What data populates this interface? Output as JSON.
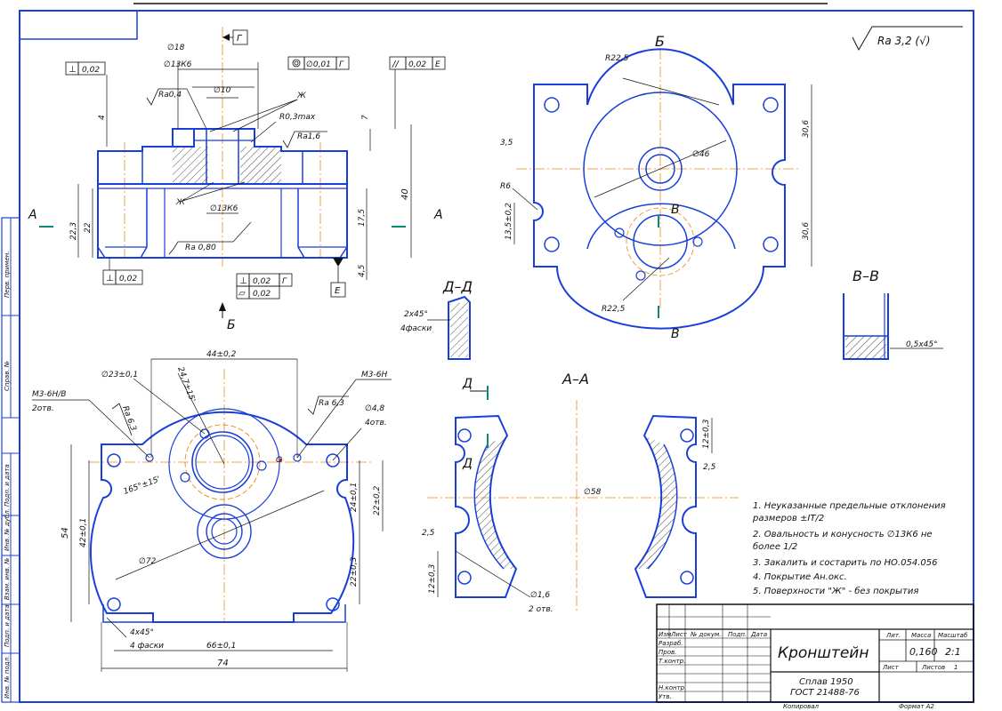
{
  "title": {
    "part_name": "Кронштейн",
    "material_line1": "Сплав 1950",
    "material_line2": "ГОСТ 21488-76",
    "mass": "0,160",
    "scale": "2:1",
    "sheet_label": "Лист",
    "sheets_label": "Листов",
    "sheets_count": "1",
    "hdr_lit": "Лит.",
    "hdr_mass": "Масса",
    "hdr_scale": "Масштаб",
    "row_izm": "Изм",
    "row_list": "Лист",
    "row_doc": "№ докум.",
    "row_sign": "Подп.",
    "row_date": "Дата",
    "row_razrab": "Разраб.",
    "row_prov": "Пров.",
    "row_tkontr": "Т.контр.",
    "row_nkontr": "Н.контр.",
    "row_utv": "Утв.",
    "copied": "Копировал",
    "format": "Формат  А2"
  },
  "side_stamps": [
    "Перв. примен.",
    "Справ. №",
    "Подп. и дата",
    "Инв. № дубл.",
    "Взам. инв. №",
    "Подп. и дата",
    "Инв. № подл."
  ],
  "roughness_general": "Ra 3,2 (√)",
  "notes": [
    "1. Неуказанные предельные отклонения",
    "размеров ±IT/2",
    "2. Овальность и конусность ∅13К6 не",
    "более 1/2",
    "3. Закалить и состарить по НО.054.056",
    "4. Покрытие Ан.окс.",
    "5. Поверхности \"Ж\" - без покрытия"
  ],
  "views": {
    "section_aa": "А–А",
    "section_dd": "Д–Д",
    "section_vv": "В–В",
    "view_b": "Б",
    "cut_a": "А",
    "cut_b": "Б",
    "cut_v": "В",
    "cut_d": "Д"
  },
  "front_view": {
    "d18": "∅18",
    "d13k6": "∅13К6",
    "d10": "∅10",
    "gamma": "Г",
    "tol_perp1": "0,02",
    "tol_conc": "∅0,01",
    "tol_par": "0,02",
    "datum_e": "Е",
    "ra04": "Ra0,4",
    "ra16": "Ra1,6",
    "r03": "R0,3max",
    "zh": "Ж",
    "dim_4": "4",
    "dim_7": "7",
    "dim_40": "40",
    "dim_22_3": "22,3",
    "dim_22": "22",
    "dim_17_5": "17,5",
    "dim_4_5": "4,5",
    "d13k6_b": "∅13К6",
    "ra080": "Ra 0,80",
    "tol_perp2": "0,02",
    "tol_perp3": "0,02",
    "tol_flat": "0,02"
  },
  "view_b_dims": {
    "r22_5_top": "R22,5",
    "r22_5_bot": "R22,5",
    "r6": "R6",
    "dim_3_5": "3,5",
    "d46": "∅46",
    "dim_30_6a": "30,6",
    "dim_30_6b": "30,6",
    "dim_13_5": "13,5±0,2"
  },
  "plan_dims": {
    "dim_44": "44±0,2",
    "d23": "∅23±0,1",
    "thread_m3a": "М3-6Н/В",
    "thread_m3a_q": "2отв.",
    "thread_m3b": "М3-6Н",
    "d48": "∅4,8",
    "d48_q": "4отв.",
    "ra63a": "Ra 6,3",
    "ra63b": "Ra 6,3",
    "dim_24_7": "24,7±15'",
    "dim_165": "165°±15'",
    "dim_54": "54",
    "dim_42": "42±0,1",
    "dim_24": "24±0,1",
    "dim_22_2": "22±0,2",
    "dim_22_3": "22±0,3",
    "d72": "∅72",
    "chamfer": "4х45°",
    "chamfer_q": "4 фаски",
    "dim_66": "66±0,1",
    "dim_74": "74",
    "mark_o": "О"
  },
  "section_aa_dims": {
    "d58": "∅58",
    "dim_12": "12±0,3",
    "dim_2_5a": "2,5",
    "dim_2_5b": "2,5",
    "dim_12b": "12±0,3",
    "d16": "∅1,6",
    "d16_q": "2 отв."
  },
  "section_dd_dims": {
    "chamfer": "2х45°",
    "chamfer_q": "4фаски"
  },
  "section_vv_dims": {
    "chamfer": "0,5х45°"
  }
}
